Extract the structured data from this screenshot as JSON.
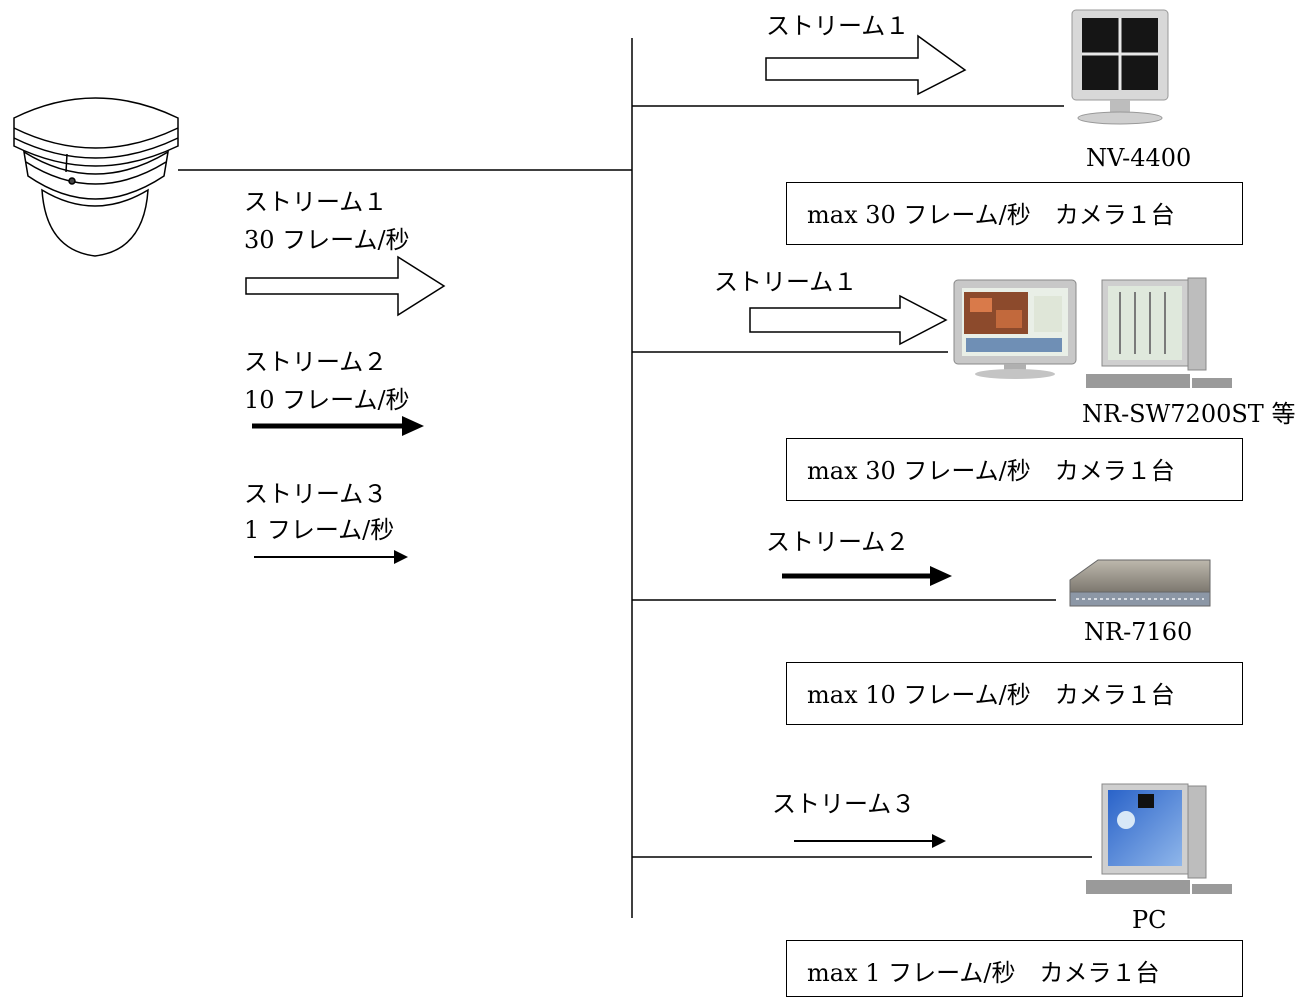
{
  "camera_streams": [
    {
      "name": "ストリーム１",
      "rate": "30 フレーム/秒",
      "arrow": "hollow"
    },
    {
      "name": "ストリーム２",
      "rate": "10 フレーム/秒",
      "arrow": "thick"
    },
    {
      "name": "ストリーム３",
      "rate": "1 フレーム/秒",
      "arrow": "thin"
    }
  ],
  "devices": [
    {
      "name": "NV-4400",
      "stream": "ストリーム１",
      "arrow": "hollow",
      "spec": "max 30 フレーム/秒　カメラ１台"
    },
    {
      "name": "NR-SW7200ST 等",
      "stream": "ストリーム１",
      "arrow": "hollow",
      "spec": "max 30 フレーム/秒　カメラ１台"
    },
    {
      "name": "NR-7160",
      "stream": "ストリーム２",
      "arrow": "thick",
      "spec": "max 10 フレーム/秒　カメラ１台"
    },
    {
      "name": "PC",
      "stream": "ストリーム３",
      "arrow": "thin",
      "spec": "max 1 フレーム/秒　カメラ１台"
    }
  ]
}
